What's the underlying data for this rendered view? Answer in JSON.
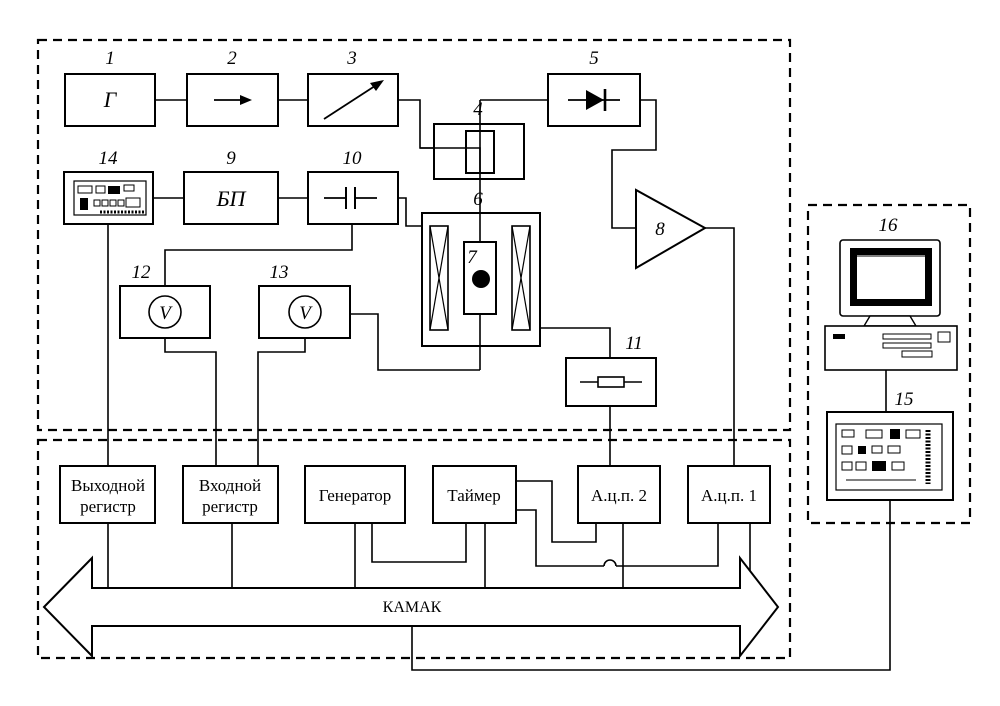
{
  "labels": {
    "n1": "1",
    "n2": "2",
    "n3": "3",
    "n4": "4",
    "n5": "5",
    "n6": "6",
    "n7": "7",
    "n8": "8",
    "n9": "9",
    "n10": "10",
    "n11": "11",
    "n12": "12",
    "n13": "13",
    "n14": "14",
    "n15": "15",
    "n16": "16"
  },
  "blocks": {
    "generator_symbol": "Г",
    "power_supply": "БП",
    "voltmeter_symbol_12": "V",
    "voltmeter_symbol_13": "V"
  },
  "camac": {
    "output_register_line1": "Выходной",
    "output_register_line2": "регистр",
    "input_register_line1": "Входной",
    "input_register_line2": "регистр",
    "generator": "Генератор",
    "timer": "Таймер",
    "adc2": "А.ц.п. 2",
    "adc1": "А.ц.п. 1",
    "bus": "КАМАК"
  }
}
